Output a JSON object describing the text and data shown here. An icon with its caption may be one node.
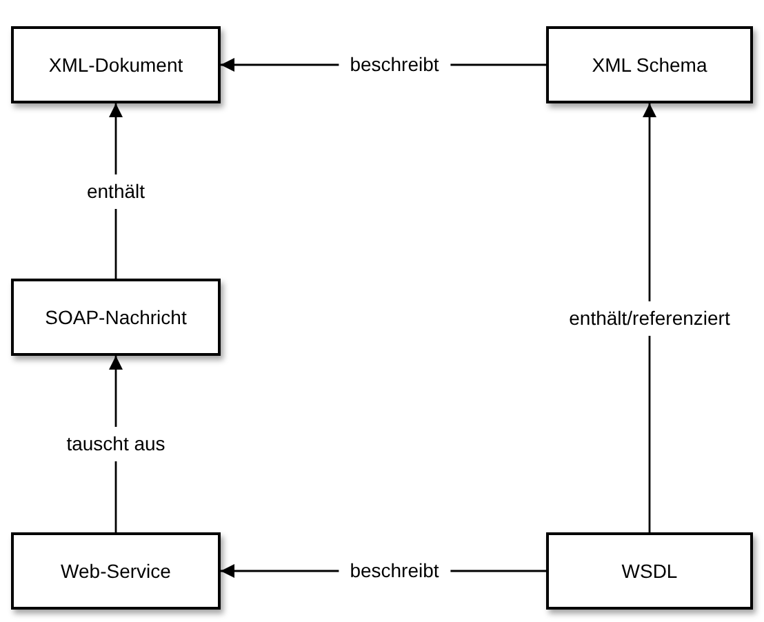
{
  "diagram": {
    "nodes": [
      {
        "text": [
          "XML-Dokument"
        ]
      },
      {
        "text": [
          "XML Schema"
        ]
      },
      {
        "text": [
          "SOAP-Nachricht"
        ]
      },
      {
        "text": [
          "Web-Service"
        ]
      },
      {
        "text": [
          "WSDL"
        ]
      }
    ],
    "edges": [
      {
        "from": 1,
        "to": 0,
        "arrow": "to",
        "label": "beschreibt"
      },
      {
        "from": 2,
        "to": 0,
        "arrow": "to",
        "label": "enthält"
      },
      {
        "from": 3,
        "to": 2,
        "arrow": "to",
        "label": "tauscht aus"
      },
      {
        "from": 4,
        "to": 3,
        "arrow": "to",
        "label": "beschreibt"
      },
      {
        "from": 4,
        "to": 1,
        "arrow": "to",
        "label": "enthält/referenziert"
      }
    ]
  }
}
